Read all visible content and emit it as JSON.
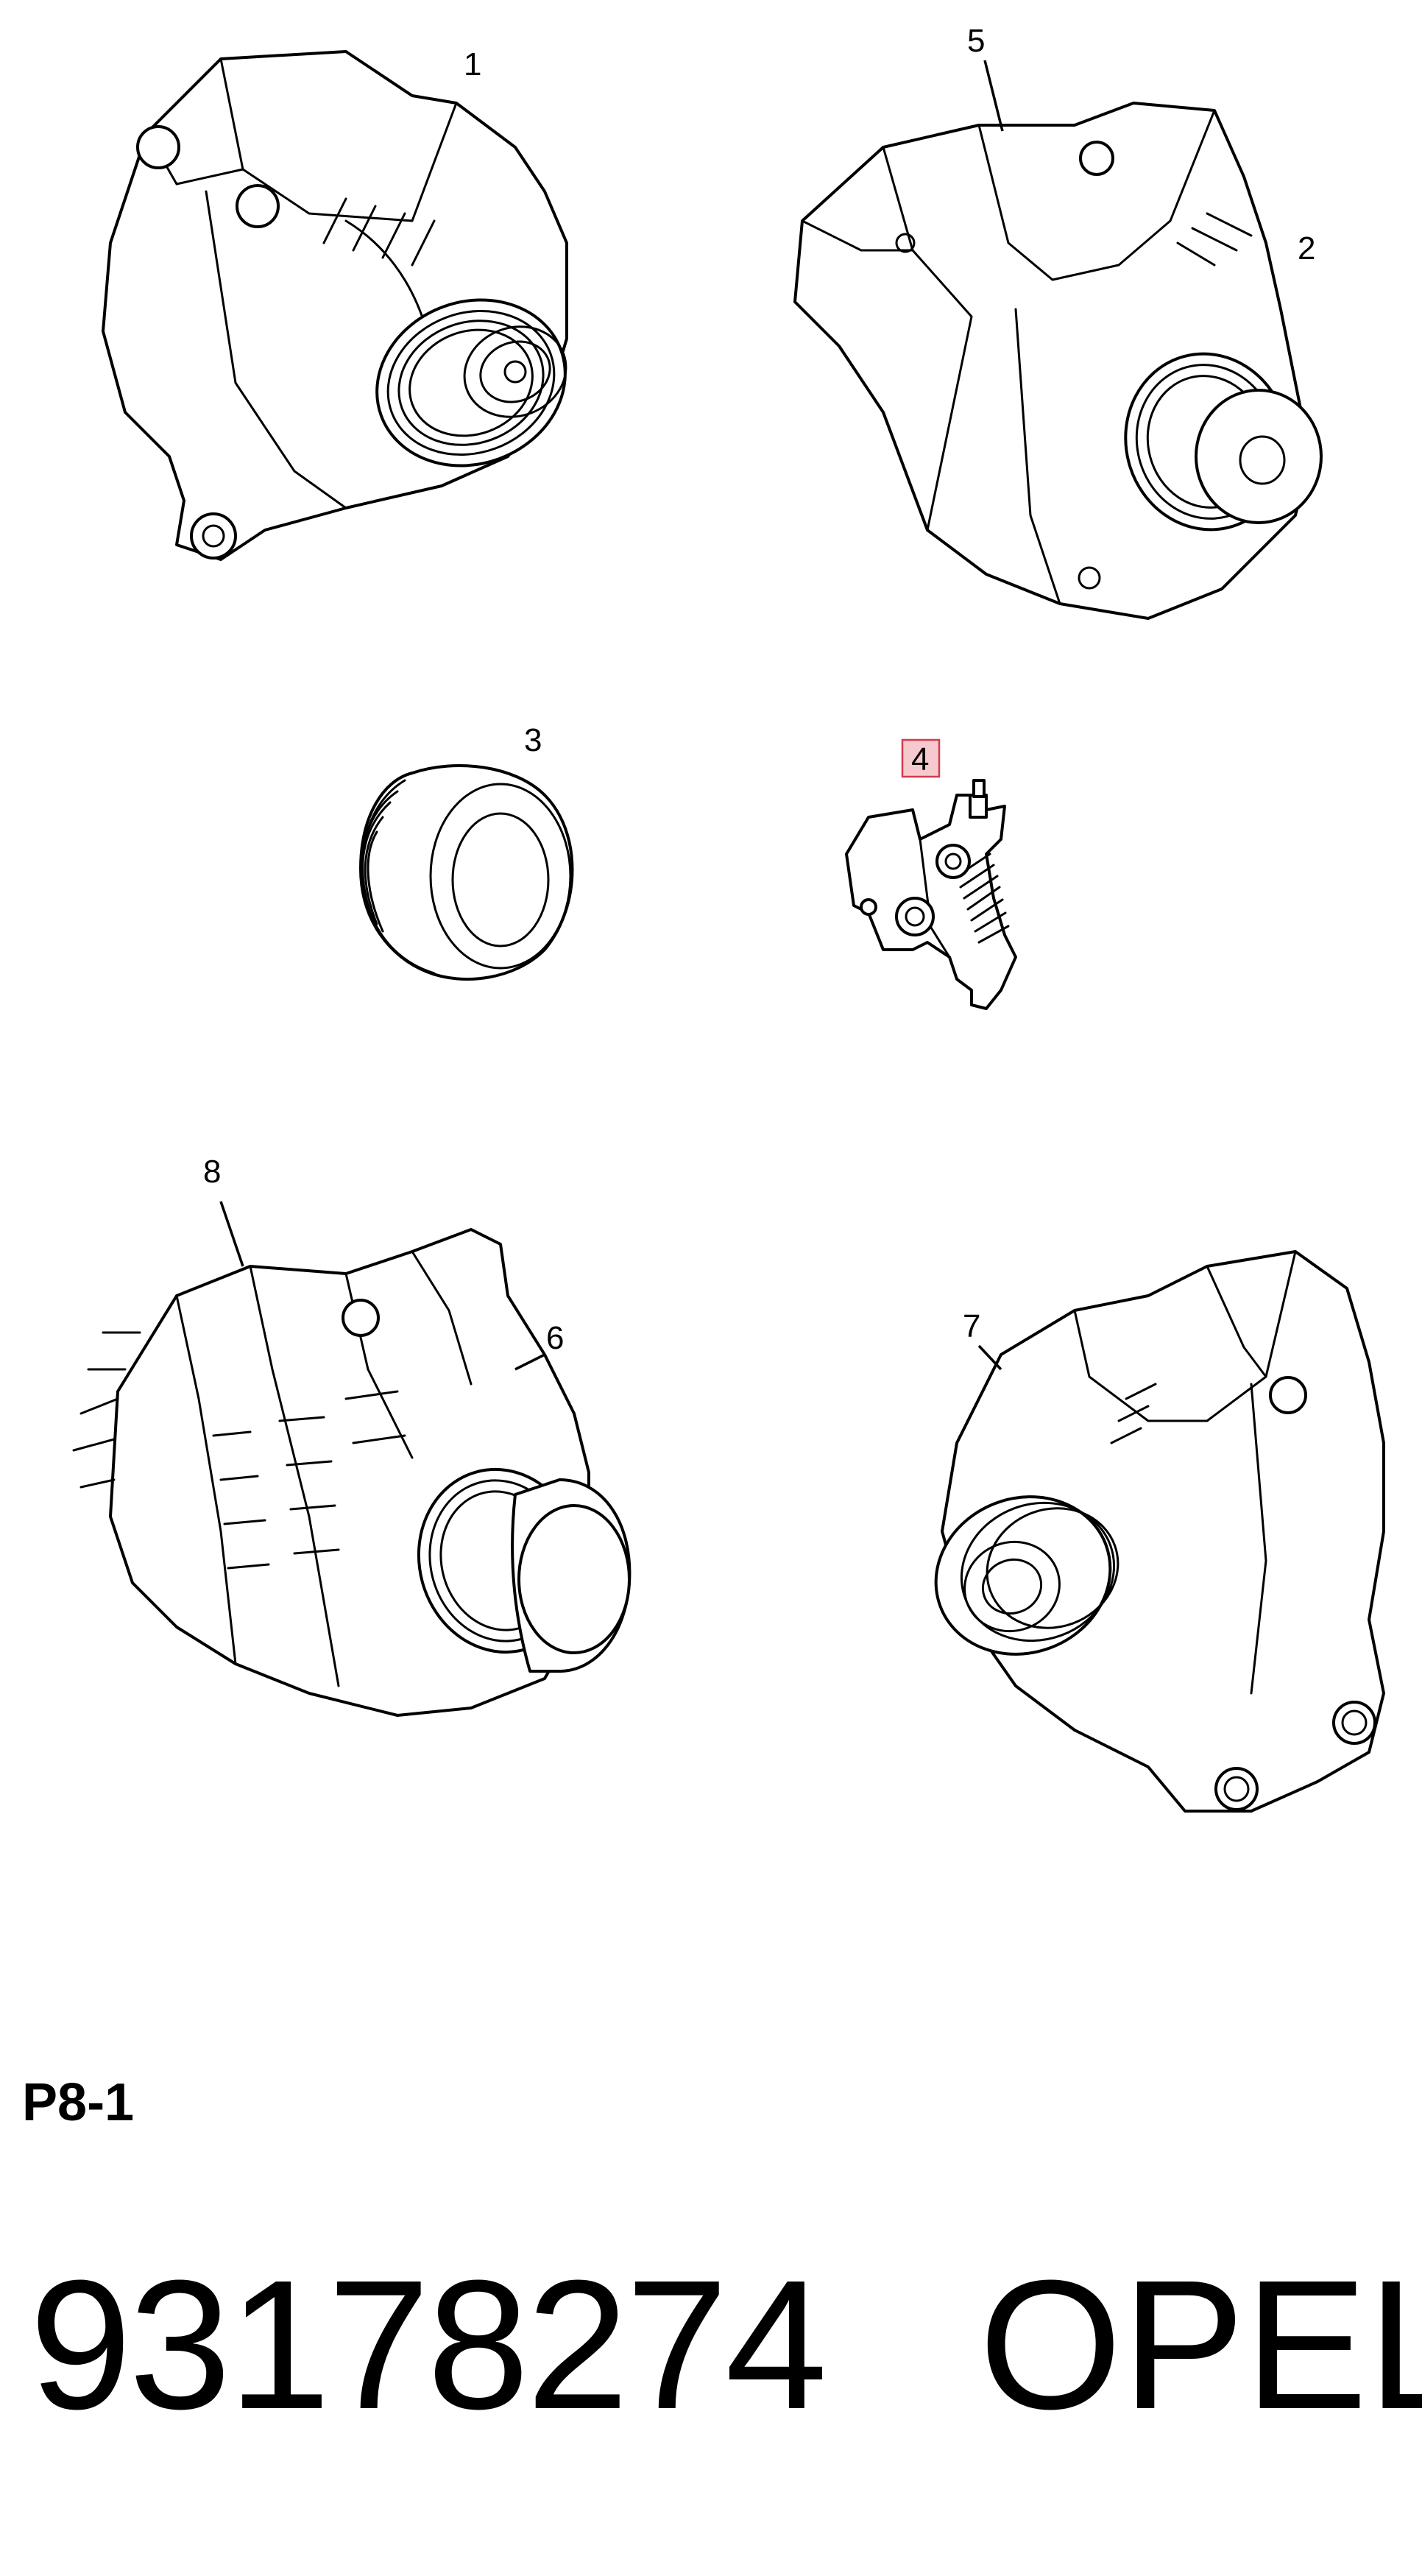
{
  "callouts": [
    {
      "id": "1",
      "highlighted": false
    },
    {
      "id": "2",
      "highlighted": false
    },
    {
      "id": "3",
      "highlighted": false
    },
    {
      "id": "4",
      "highlighted": true
    },
    {
      "id": "5",
      "highlighted": false
    },
    {
      "id": "6",
      "highlighted": false
    },
    {
      "id": "7",
      "highlighted": false
    },
    {
      "id": "8",
      "highlighted": false
    }
  ],
  "sheet_ref": "P8-1",
  "part_number": "93178274",
  "brand": "OPEL",
  "colors": {
    "highlight_fill": "#f6c9cf",
    "highlight_stroke": "#d23b4e",
    "ink": "#000000"
  }
}
